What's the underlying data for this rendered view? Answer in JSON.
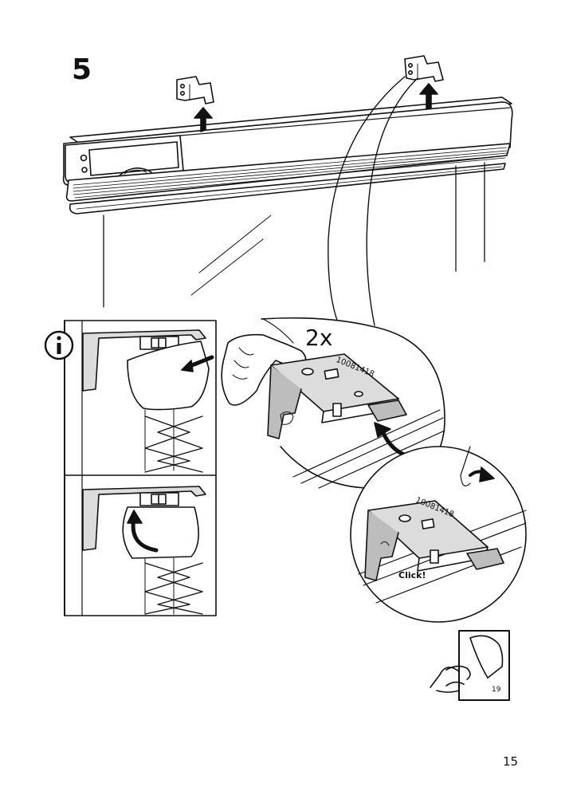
{
  "step": {
    "number": "5"
  },
  "quantity": {
    "label": "2x"
  },
  "part_numbers": {
    "top_detail": "10081418",
    "bottom_detail": "10081418"
  },
  "click_label": "Click!",
  "reference": {
    "page": "19"
  },
  "footer": {
    "page_number": "15"
  },
  "icons": [
    "info-icon",
    "arrow-up-icon",
    "page-turn-icon"
  ],
  "colors": {
    "ink": "#111111",
    "fill_light": "#dcdcdc",
    "fill_mid": "#bdbdbd",
    "paper": "#ffffff"
  }
}
